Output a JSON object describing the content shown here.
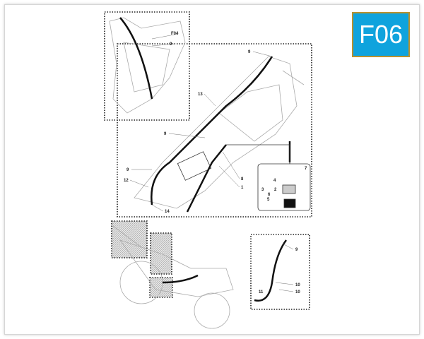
{
  "badge": {
    "text": "F06",
    "color": "#0fa3dd",
    "border_color": "#b8912f"
  },
  "labels": {
    "top_left": [
      "F04",
      "9"
    ],
    "main": [
      "9",
      "13",
      "9",
      "9",
      "12",
      "14",
      "8",
      "1"
    ],
    "inset": [
      "7",
      "4",
      "3",
      "2",
      "6",
      "5"
    ],
    "bottom_right": [
      "9",
      "10",
      "10",
      "11"
    ]
  }
}
